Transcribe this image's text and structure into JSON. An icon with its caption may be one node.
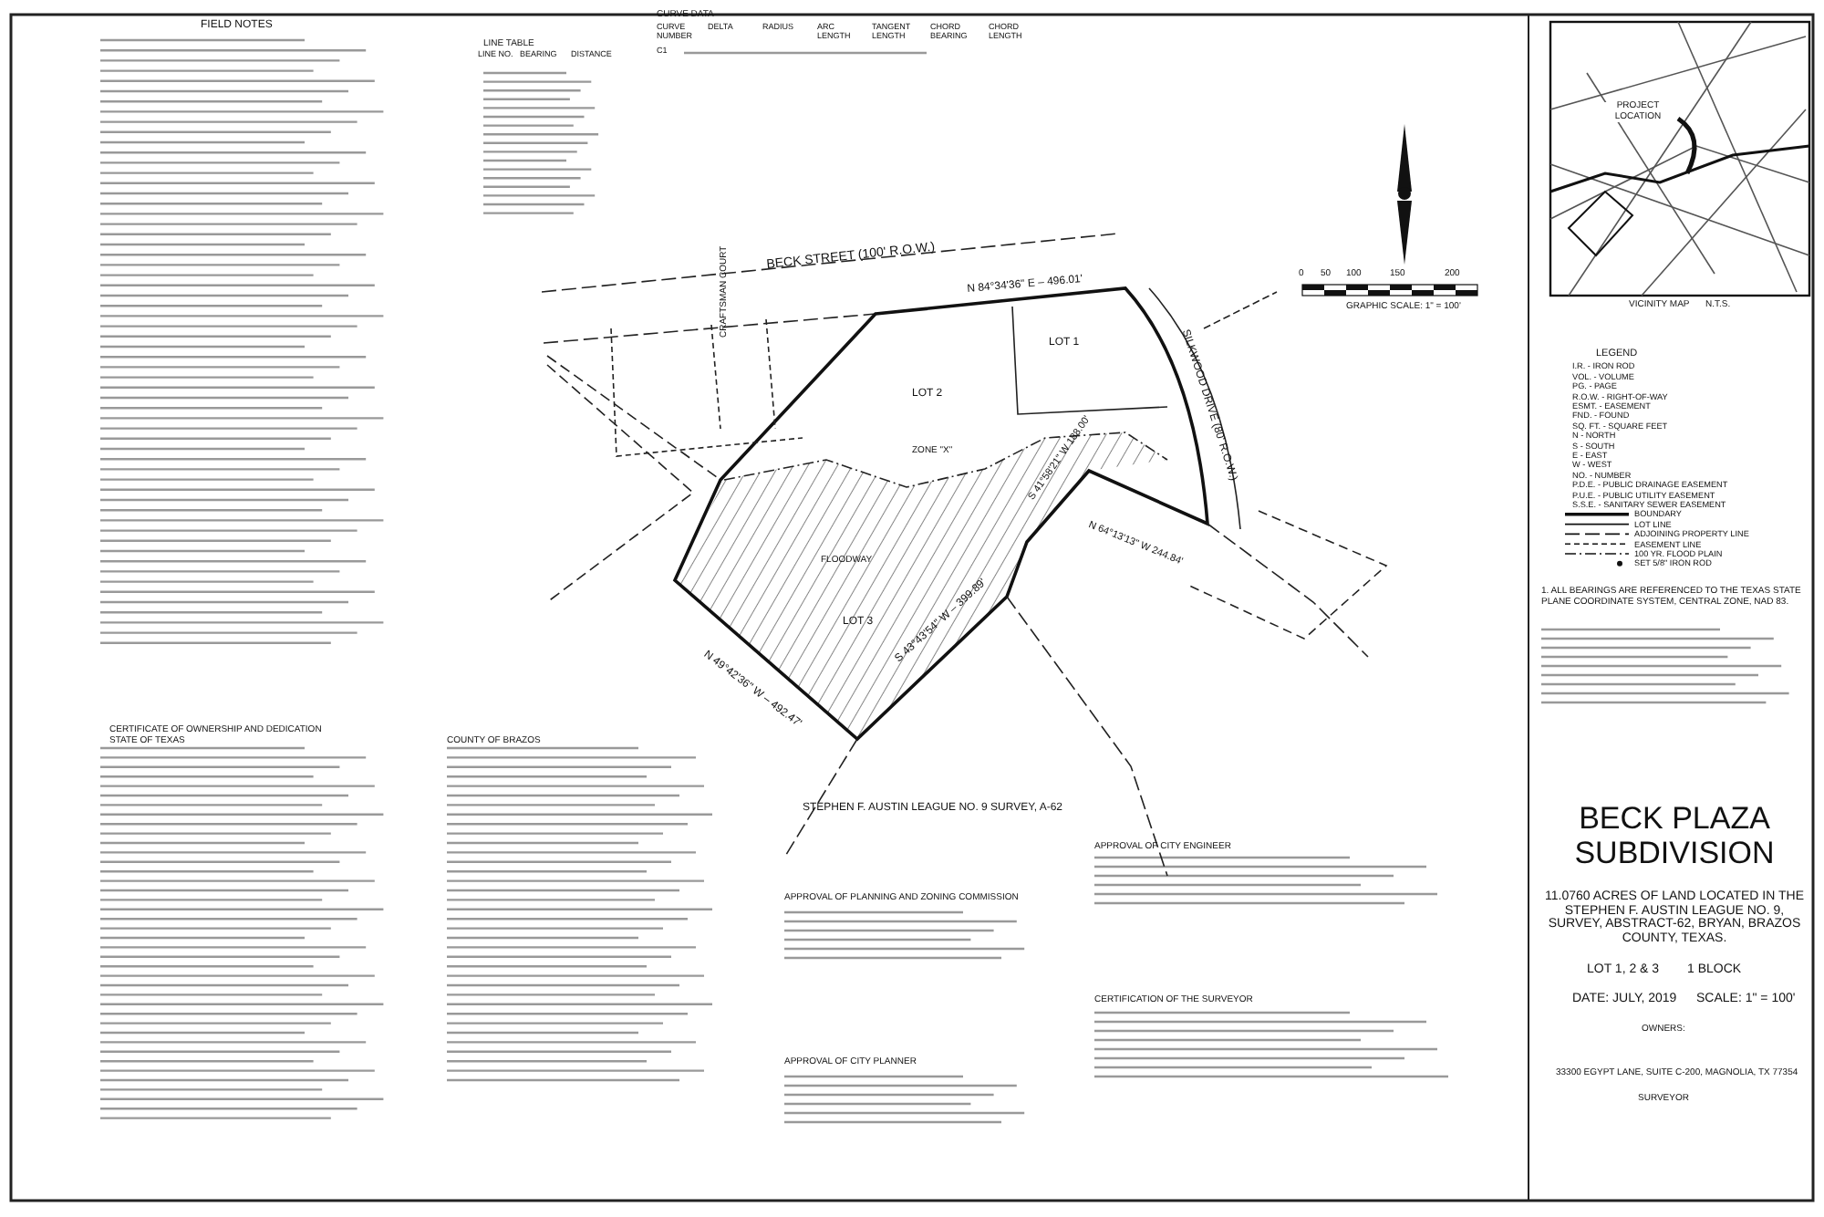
{
  "diagram": {
    "title": "BECK PLAZA SUBDIVISION",
    "labels": [
      "FIELD NOTES",
      "LINE TABLE",
      "LINE NO.",
      "BEARING",
      "DISTANCE",
      "CURVE DATA",
      "CURVE NUMBER",
      "DELTA",
      "RADIUS",
      "ARC LENGTH",
      "TANGENT LENGTH",
      "CHORD BEARING",
      "CHORD LENGTH",
      "C1",
      "BECK STREET (100' R.O.W.)",
      "N 84°34'36\" E – 496.01'",
      "CRAFTSMAN COURT",
      "LOT 1",
      "LOT 2",
      "LOT 3",
      "ZONE \"X\"",
      "FLOODWAY",
      "N 49°42'36\" W – 492.47'",
      "S 43°43'54\" W – 399.89'",
      "S 41°58'21\" W 188.00'",
      "N 64°13'13\" W 244.84'",
      "SILKWOOD DRIVE (80' R.O.W.)",
      "STEPHEN F. AUSTIN LEAGUE NO. 9 SURVEY, A-62",
      "0",
      "50",
      "100",
      "150",
      "200",
      "GRAPHIC SCALE: 1\" = 100'",
      "PROJECT LOCATION",
      "VICINITY MAP",
      "N.T.S.",
      "1. ALL BEARINGS ARE REFERENCED TO THE TEXAS STATE PLANE COORDINATE SYSTEM, CENTRAL ZONE, NAD 83.",
      "11.0760 ACRES OF LAND LOCATED IN THE STEPHEN F. AUSTIN LEAGUE NO. 9, SURVEY, ABSTRACT-62, BRYAN, BRAZOS COUNTY, TEXAS.",
      "LOT 1, 2 & 3",
      "1 BLOCK",
      "DATE: JULY, 2019",
      "SCALE: 1\" = 100'",
      "OWNERS:",
      "33300 EGYPT LANE, SUITE C-200, MAGNOLIA, TX 77354",
      "SURVEYOR",
      "CERTIFICATE OF OWNERSHIP AND DEDICATION",
      "STATE OF TEXAS",
      "COUNTY OF BRAZOS",
      "APPROVAL OF CITY ENGINEER",
      "APPROVAL OF PLANNING AND ZONING COMMISSION",
      "APPROVAL OF CITY PLANNER",
      "CERTIFICATION OF THE SURVEYOR"
    ],
    "legend": [
      {
        "text": "LEGEND"
      },
      {
        "text": "I.R. - IRON ROD"
      },
      {
        "text": "VOL. - VOLUME"
      },
      {
        "text": "PG. - PAGE"
      },
      {
        "text": "R.O.W. - RIGHT-OF-WAY"
      },
      {
        "text": "ESMT. - EASEMENT"
      },
      {
        "text": "FND. - FOUND"
      },
      {
        "text": "SQ. FT. - SQUARE FEET"
      },
      {
        "text": "N - NORTH"
      },
      {
        "text": "S - SOUTH"
      },
      {
        "text": "E - EAST"
      },
      {
        "text": "W - WEST"
      },
      {
        "text": "NO. - NUMBER"
      },
      {
        "text": "P.D.E. - PUBLIC DRAINAGE EASEMENT"
      },
      {
        "text": "P.U.E. - PUBLIC UTILITY EASEMENT"
      },
      {
        "text": "S.S.E. - SANITARY SEWER EASEMENT"
      },
      {
        "text": "BOUNDARY"
      },
      {
        "text": "LOT LINE"
      },
      {
        "text": "ADJOINING PROPERTY LINE"
      },
      {
        "text": "EASEMENT LINE"
      },
      {
        "text": "100 YR. FLOOD PLAIN"
      },
      {
        "text": "SET 5/8\" IRON ROD"
      }
    ]
  }
}
